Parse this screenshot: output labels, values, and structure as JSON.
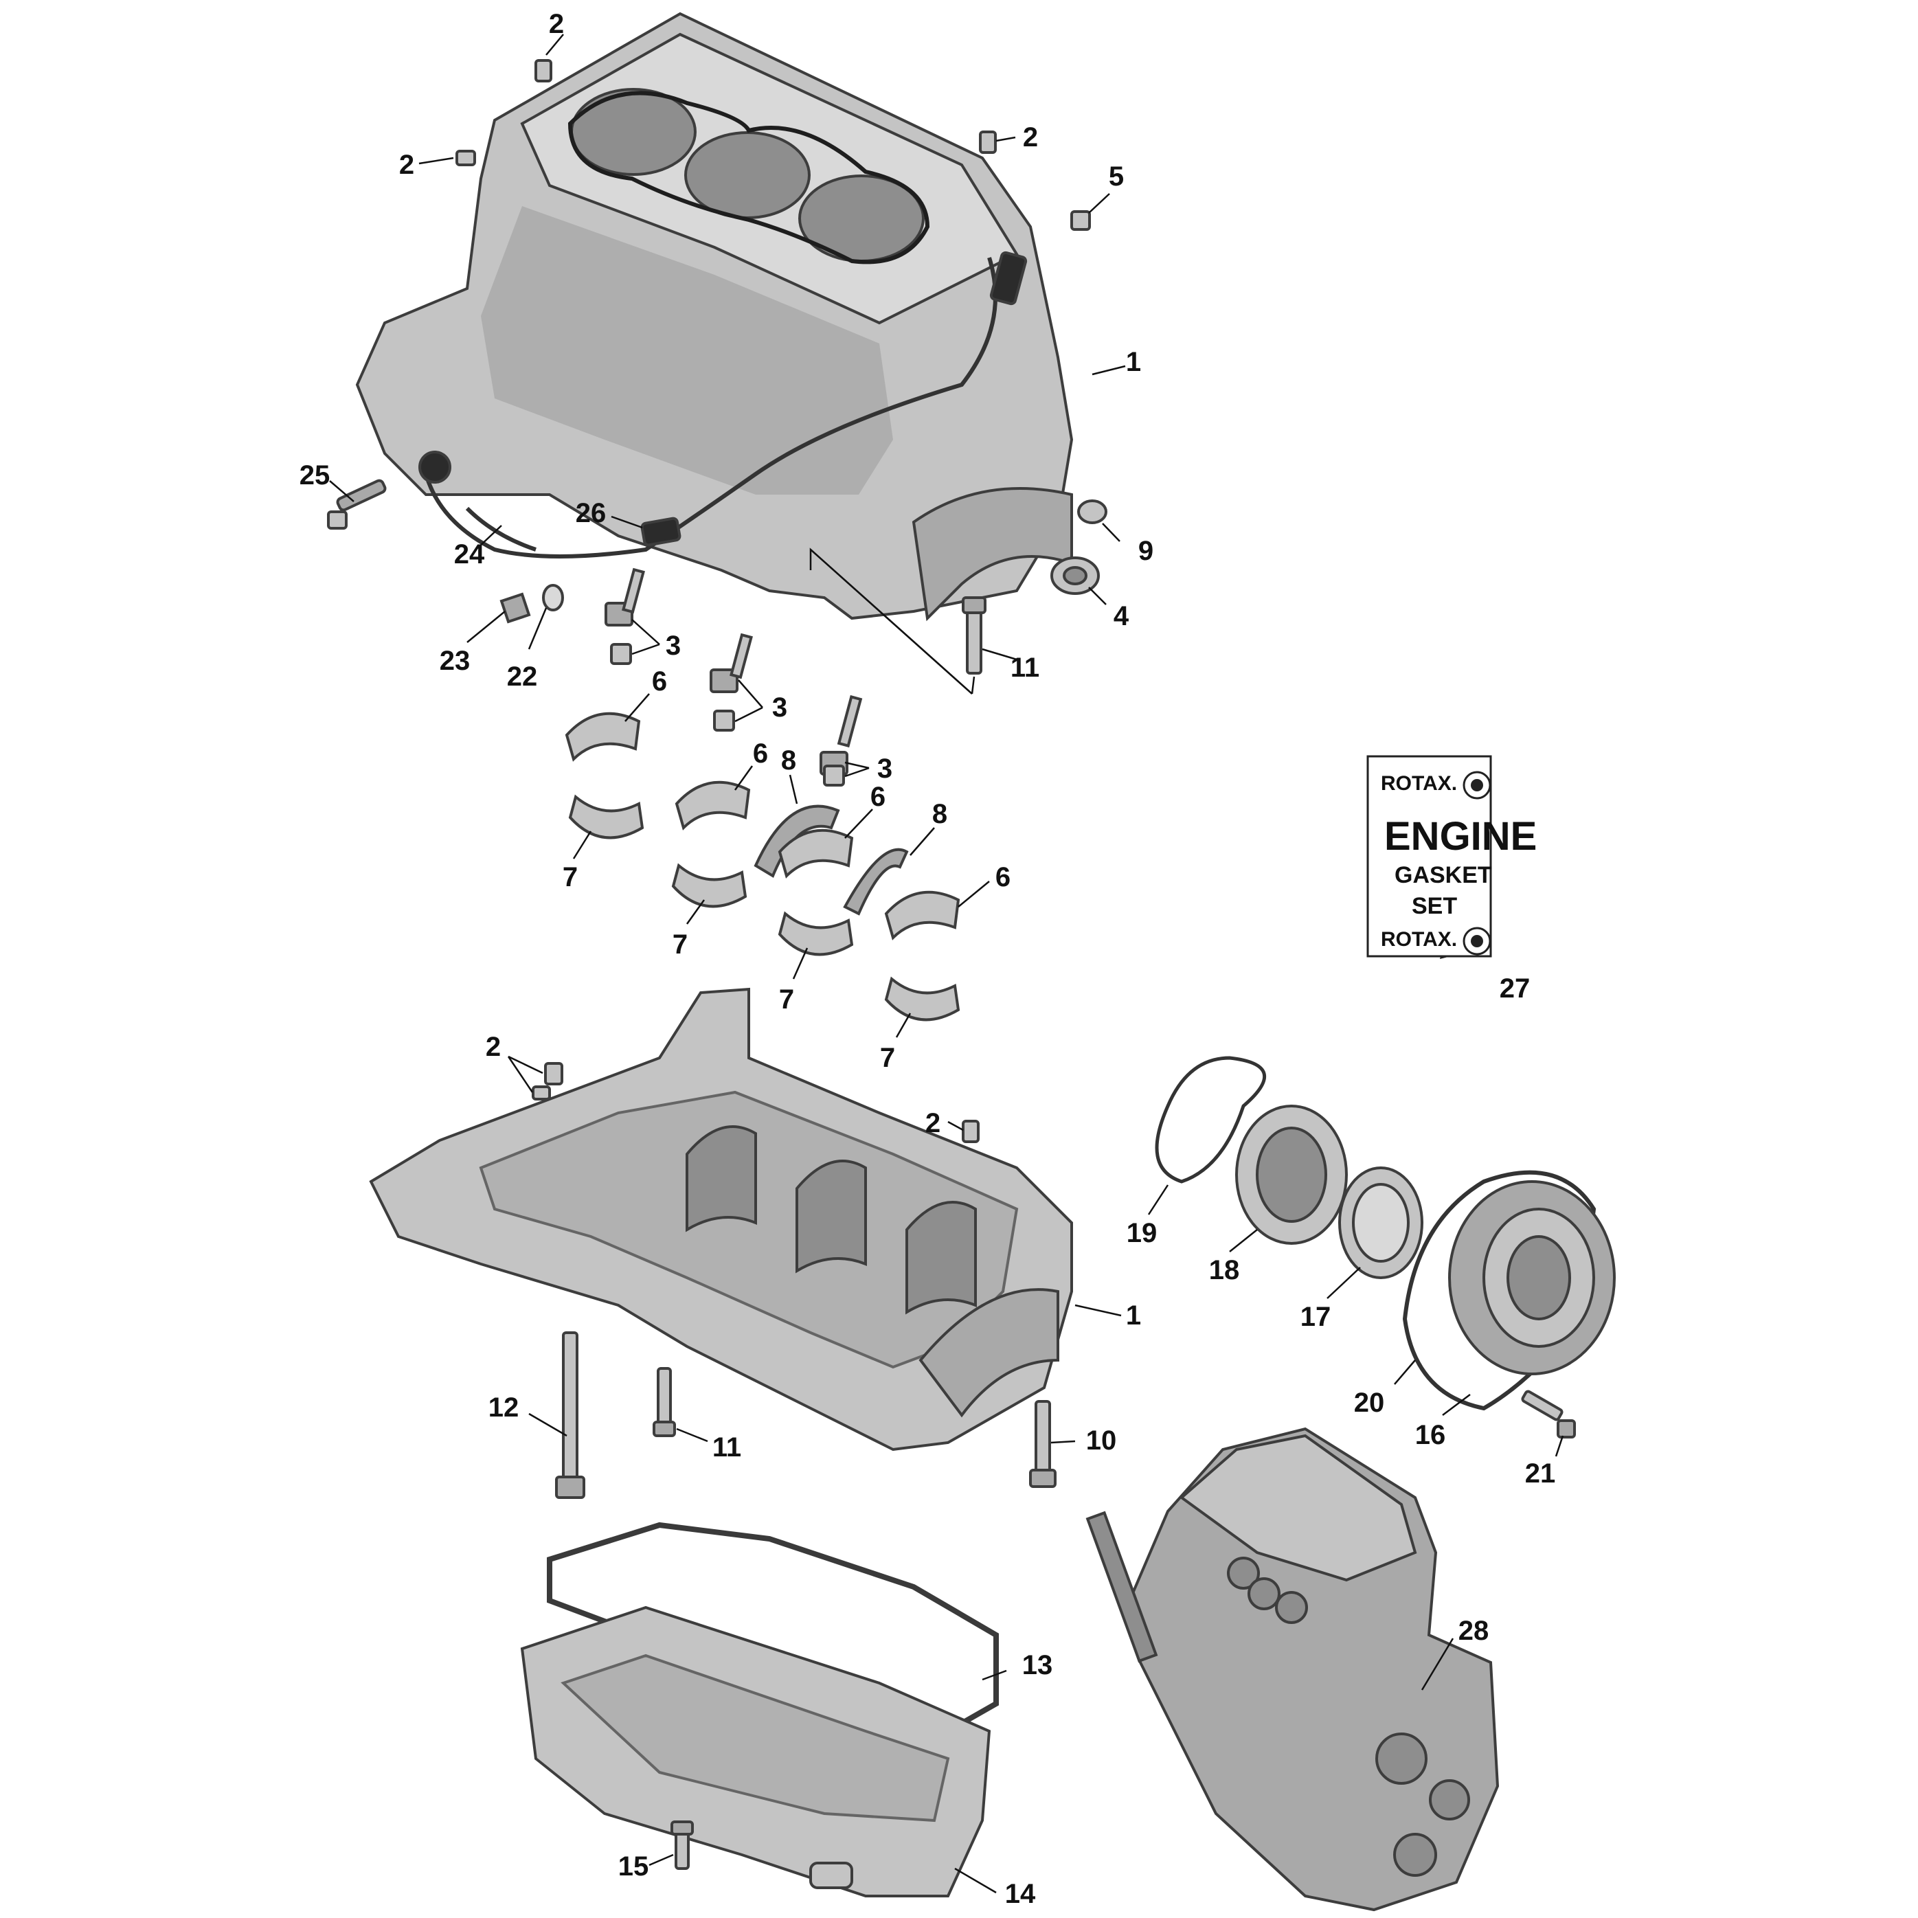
{
  "diagram": {
    "card": {
      "brand_top": "ROTAX.",
      "title": "ENGINE",
      "subtitle_line1": "GASKET",
      "subtitle_line2": "SET",
      "brand_bottom": "ROTAX.",
      "logo_icon": "brp-logo-icon"
    },
    "callouts": [
      {
        "id": "c-2-a",
        "label": "2"
      },
      {
        "id": "c-2-b",
        "label": "2"
      },
      {
        "id": "c-2-c",
        "label": "2"
      },
      {
        "id": "c-5",
        "label": "5"
      },
      {
        "id": "c-1-a",
        "label": "1"
      },
      {
        "id": "c-25",
        "label": "25"
      },
      {
        "id": "c-26",
        "label": "26"
      },
      {
        "id": "c-24",
        "label": "24"
      },
      {
        "id": "c-9",
        "label": "9"
      },
      {
        "id": "c-4",
        "label": "4"
      },
      {
        "id": "c-23",
        "label": "23"
      },
      {
        "id": "c-22",
        "label": "22"
      },
      {
        "id": "c-3-a",
        "label": "3"
      },
      {
        "id": "c-11-a",
        "label": "11"
      },
      {
        "id": "c-6-a",
        "label": "6"
      },
      {
        "id": "c-3-b",
        "label": "3"
      },
      {
        "id": "c-6-b",
        "label": "6"
      },
      {
        "id": "c-8-a",
        "label": "8"
      },
      {
        "id": "c-3-c",
        "label": "3"
      },
      {
        "id": "c-6-c",
        "label": "6"
      },
      {
        "id": "c-8-b",
        "label": "8"
      },
      {
        "id": "c-7-a",
        "label": "7"
      },
      {
        "id": "c-6-d",
        "label": "6"
      },
      {
        "id": "c-7-b",
        "label": "7"
      },
      {
        "id": "c-7-c",
        "label": "7"
      },
      {
        "id": "c-27",
        "label": "27"
      },
      {
        "id": "c-7-d",
        "label": "7"
      },
      {
        "id": "c-2-d",
        "label": "2"
      },
      {
        "id": "c-2-e",
        "label": "2"
      },
      {
        "id": "c-19",
        "label": "19"
      },
      {
        "id": "c-18",
        "label": "18"
      },
      {
        "id": "c-17",
        "label": "17"
      },
      {
        "id": "c-1-b",
        "label": "1"
      },
      {
        "id": "c-20",
        "label": "20"
      },
      {
        "id": "c-16",
        "label": "16"
      },
      {
        "id": "c-12",
        "label": "12"
      },
      {
        "id": "c-11-b",
        "label": "11"
      },
      {
        "id": "c-10",
        "label": "10"
      },
      {
        "id": "c-21",
        "label": "21"
      },
      {
        "id": "c-28",
        "label": "28"
      },
      {
        "id": "c-13",
        "label": "13"
      },
      {
        "id": "c-15",
        "label": "15"
      },
      {
        "id": "c-14",
        "label": "14"
      }
    ]
  }
}
